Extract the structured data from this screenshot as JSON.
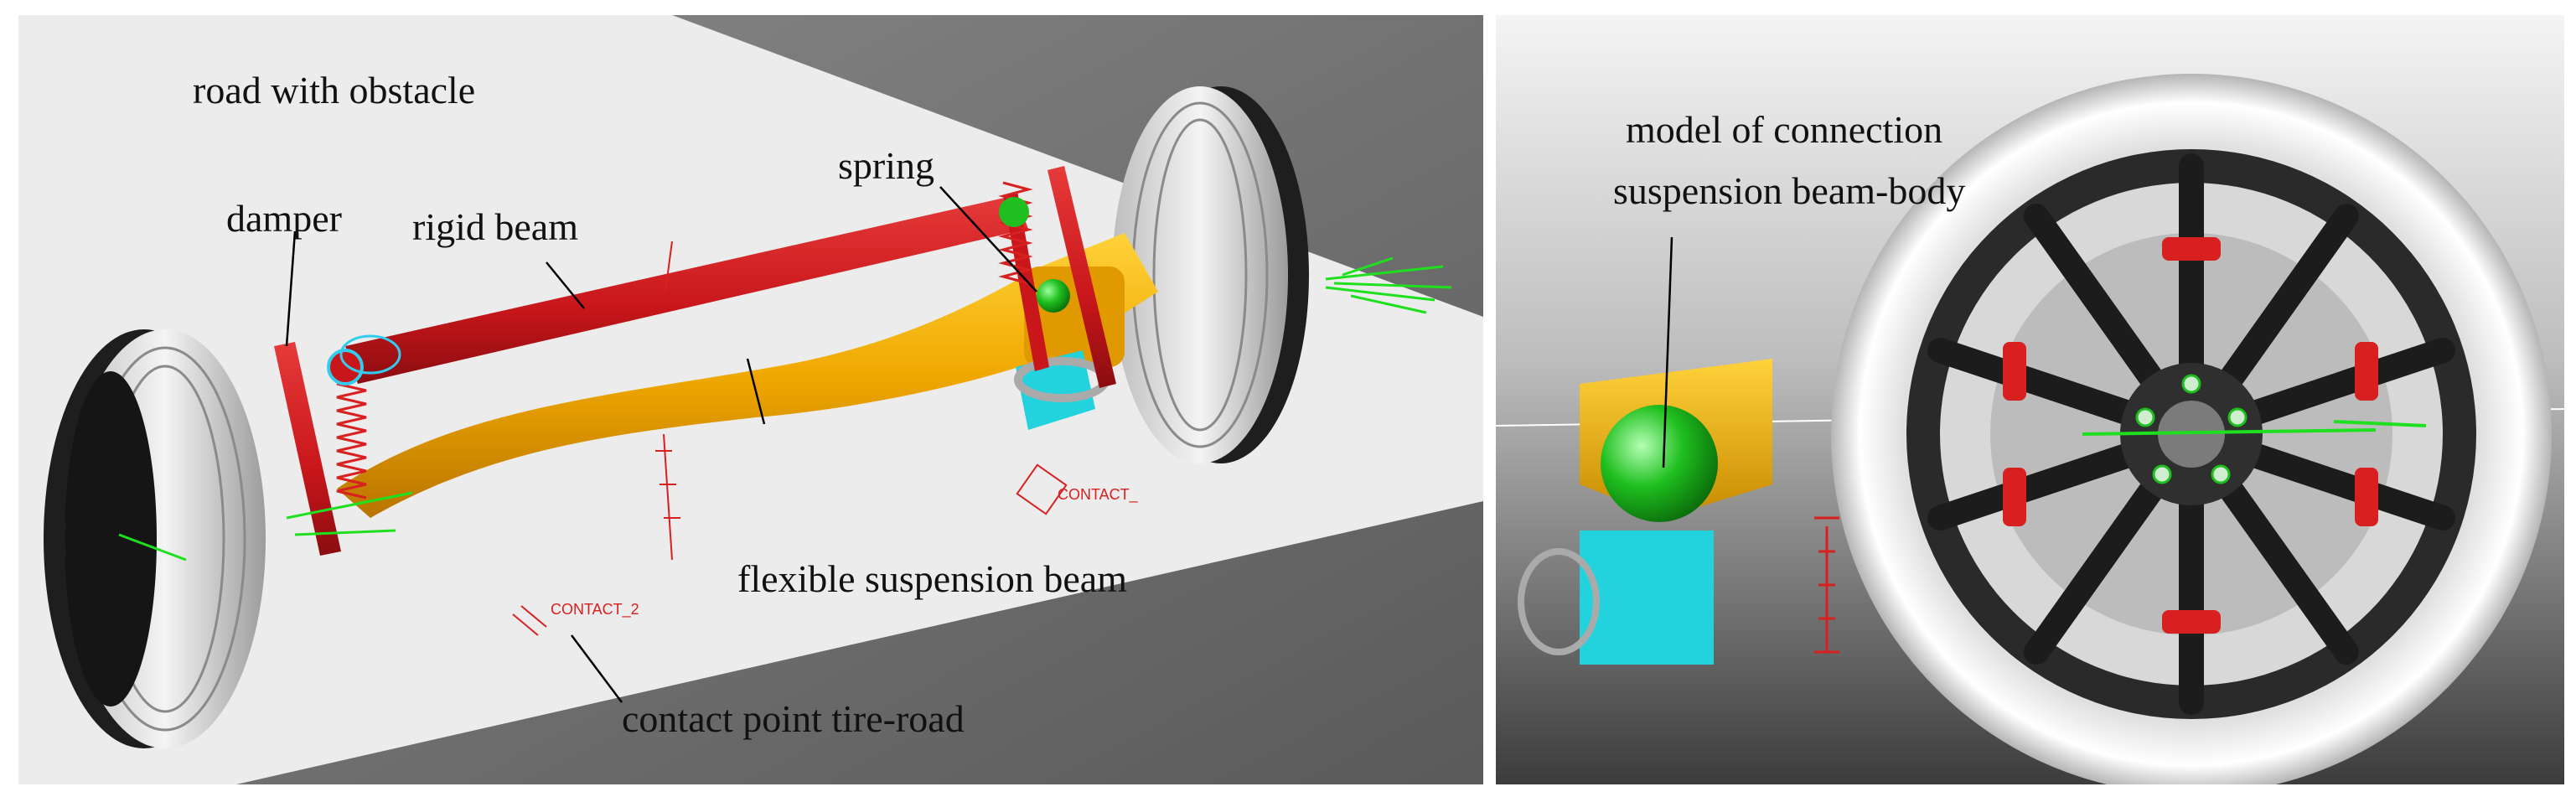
{
  "left_panel": {
    "labels": {
      "road": "road with obstacle",
      "damper": "damper",
      "rigid_beam": "rigid beam",
      "spring": "spring",
      "flexible_beam": "flexible suspension beam",
      "contact_point": "contact point tire-road"
    },
    "markers": {
      "contact_1": "CONTACT_",
      "contact_2": "CONTACT_2"
    }
  },
  "right_panel": {
    "labels": {
      "connection_line1": "model of connection",
      "connection_line2": "suspension beam-body"
    }
  },
  "colors": {
    "road_plane": "#ececec",
    "background_dark": "#5a5a5a",
    "rigid_beam": "#c8161a",
    "flexible_beam": "#f0a800",
    "bushing_sphere": "#1fbf1f",
    "body_block": "#22d3de",
    "tire": "#e6e6e6",
    "rim": "#2a2a2a",
    "cad_marker": "#d82020"
  }
}
